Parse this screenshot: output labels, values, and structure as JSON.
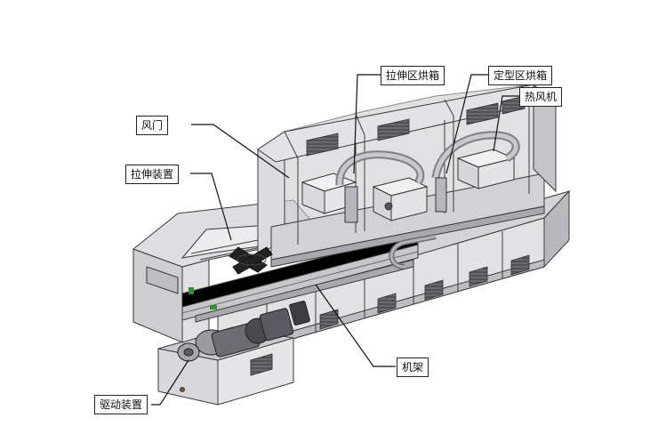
{
  "labels": {
    "fengmen": "风门",
    "lashen_zhuangzhi": "拉伸装置",
    "qudong_zhuangzhi": "驱动装置",
    "lashenqu_hongxiang": "拉伸区烘箱",
    "dingxingqu_hongxiang": "定型区烘箱",
    "refengji": "热风机",
    "jijia": "机架"
  },
  "colors": {
    "outline": "#3a3a3a",
    "panel_light": "#e4e4e6",
    "panel_mid": "#cfcfd3",
    "panel_dark": "#9c9ca2",
    "vent": "#5a5a5e",
    "motor": "#4a4a4e",
    "accent_green": "#3a8a3a",
    "accent_brown": "#8a4a3a"
  }
}
